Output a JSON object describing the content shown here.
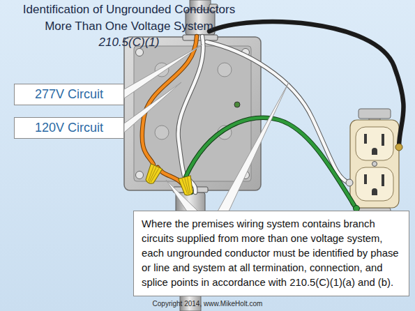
{
  "diagram": {
    "title": "Identification of Ungrounded Conductors More Than One Voltage System",
    "nodes": [
      {
        "text": [
          "277V Circuit"
        ]
      },
      {
        "text": [
          "120V Circuit"
        ]
      },
      {
        "text": [
          "Where the premises wiring system contains branch circuits supplied from more than one voltage system, each ungrounded conductor must be identified by phase or line and system at all termination, connection, and splice points in accordance with 210.5(C)(1)(a) and (b)."
        ]
      }
    ],
    "labels": [
      "210.5(C)(1)",
      "Copyright 2014, www.MikeHolt.com"
    ]
  }
}
